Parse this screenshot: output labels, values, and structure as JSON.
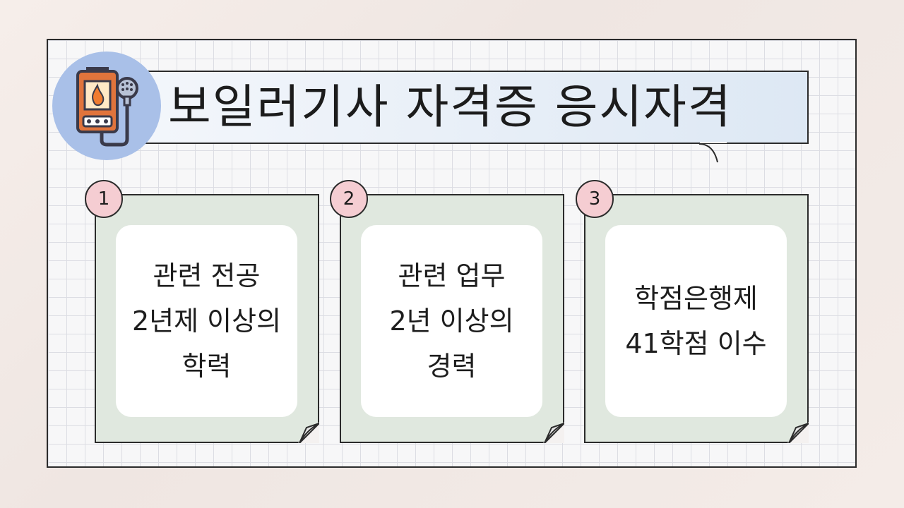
{
  "title": "보일러기사 자격증 응시자격",
  "icon": "water-heater-icon",
  "colors": {
    "icon_circle": "#a9c0e8",
    "banner": "#dde8f4",
    "card": "#e0e8df",
    "badge": "#f5cdd2"
  },
  "cards": [
    {
      "number": "1",
      "lines": [
        "관련 전공",
        "2년제 이상의",
        "학력"
      ]
    },
    {
      "number": "2",
      "lines": [
        "관련 업무",
        "2년 이상의",
        "경력"
      ]
    },
    {
      "number": "3",
      "lines": [
        "학점은행제",
        "41학점 이수"
      ]
    }
  ]
}
